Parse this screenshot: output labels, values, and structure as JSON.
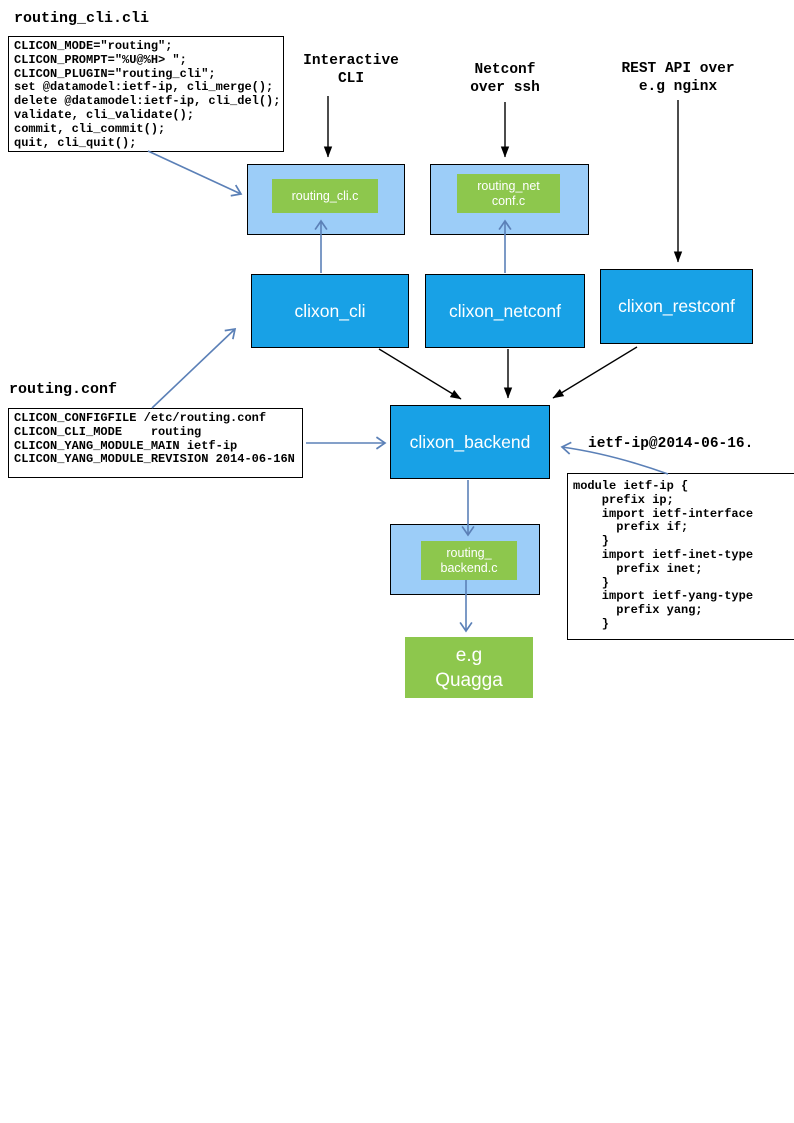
{
  "colors": {
    "bright_blue": "#18A1E6",
    "light_blue": "#9CCDF8",
    "green": "#8DC74D",
    "arrow_blue": "#5B80B7"
  },
  "cli_file": {
    "title": "routing_cli.cli",
    "code": "CLICON_MODE=\"routing\";\nCLICON_PROMPT=\"%U@%H> \";\nCLICON_PLUGIN=\"routing_cli\";\nset @datamodel:ietf-ip, cli_merge();\ndelete @datamodel:ietf-ip, cli_del();\nvalidate, cli_validate();\ncommit, cli_commit();\nquit, cli_quit();"
  },
  "conf_file": {
    "title": "routing.conf",
    "code": "CLICON_CONFIGFILE /etc/routing.conf\nCLICON_CLI_MODE    routing\nCLICON_YANG_MODULE_MAIN ietf-ip\nCLICON_YANG_MODULE_REVISION 2014-06-16N"
  },
  "yang_file": {
    "label": "ietf-ip@2014-06-16.",
    "code": "module ietf-ip {\n    prefix ip;\n    import ietf-interface\n      prefix if;\n    }\n    import ietf-inet-type\n      prefix inet;\n    }\n    import ietf-yang-type\n      prefix yang;\n    }"
  },
  "entry_points": {
    "cli": "Interactive\nCLI",
    "netconf": "Netconf\nover ssh",
    "restconf": "REST API over\ne.g nginx"
  },
  "plugins": {
    "cli": "routing_cli.c",
    "netconf": "routing_net\nconf.c",
    "backend": "routing_\nbackend.c"
  },
  "daemons": {
    "cli": "clixon_cli",
    "netconf": "clixon_netconf",
    "restconf": "clixon_restconf",
    "backend": "clixon_backend"
  },
  "external": {
    "quagga": "e.g\nQuagga"
  }
}
